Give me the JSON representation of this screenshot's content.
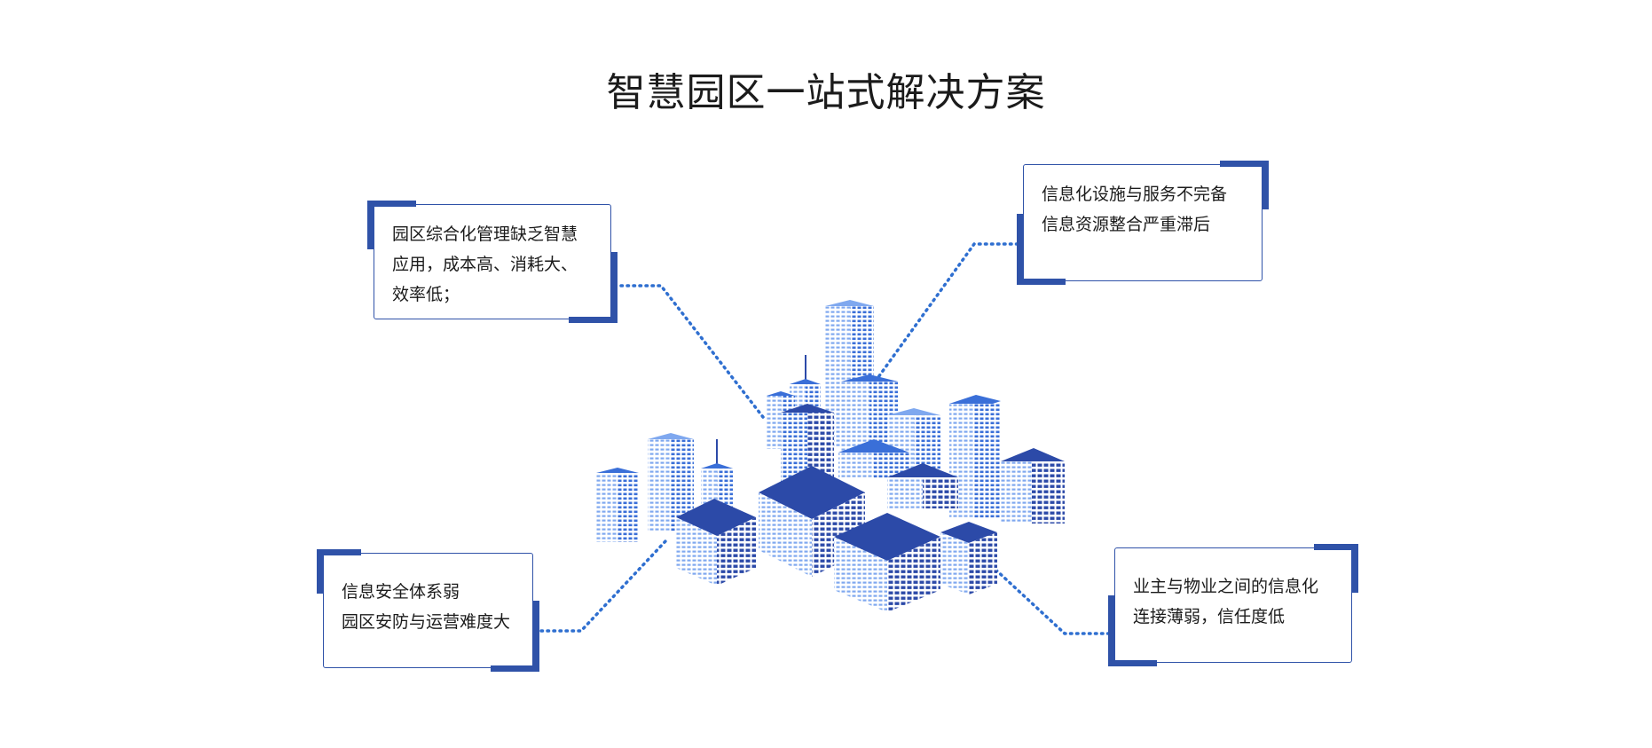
{
  "title": "智慧园区一站式解决方案",
  "colors": {
    "accent": "#2f52a8",
    "dotted_connector": "#2f6fd0",
    "building_dark": "#2c4aa8",
    "building_mid": "#3a6fd8",
    "building_light": "#7fa8ef"
  },
  "callouts": {
    "top_left": {
      "lines": [
        "园区综合化管理缺乏智慧",
        "应用，成本高、消耗大、",
        "效率低；"
      ]
    },
    "top_right": {
      "lines": [
        "信息化设施与服务不完备",
        "信息资源整合严重滞后"
      ]
    },
    "bottom_left": {
      "lines": [
        "信息安全体系弱",
        "园区安防与运营难度大"
      ]
    },
    "bottom_right": {
      "lines": [
        "业主与物业之间的信息化",
        "连接薄弱，信任度低"
      ]
    }
  }
}
